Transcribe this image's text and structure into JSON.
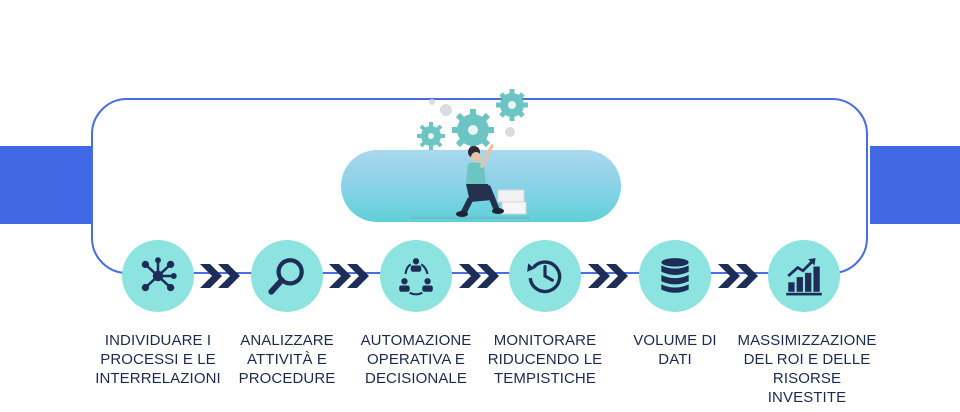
{
  "steps": [
    {
      "icon": "network-nodes-icon",
      "lines": [
        "INDIVIDUARE I",
        "PROCESSI E LE",
        "INTERRELAZIONI"
      ]
    },
    {
      "icon": "magnifier-icon",
      "lines": [
        "ANALIZZARE",
        "ATTIVITÀ E",
        "PROCEDURE"
      ]
    },
    {
      "icon": "automation-people-cycle-icon",
      "lines": [
        "AUTOMAZIONE",
        "OPERATIVA E",
        "DECISIONALE"
      ]
    },
    {
      "icon": "clock-history-icon",
      "lines": [
        "MONITORARE",
        "RIDUCENDO LE",
        "TEMPISTICHE"
      ]
    },
    {
      "icon": "database-icon",
      "lines": [
        "VOLUME DI",
        "DATI"
      ]
    },
    {
      "icon": "growth-bar-chart-icon",
      "lines": [
        "MASSIMIZZAZIONE",
        "DEL ROI E DELLE",
        "RISORSE INVESTITE"
      ]
    }
  ],
  "colors": {
    "band": "#4169e6",
    "frame": "#4a6ee0",
    "circle": "#8de3e0",
    "icon": "#1e2d57",
    "chevron": "#1e2d57",
    "text": "#1b2a4e"
  },
  "illustration": "person-adjusting-gears-illustration"
}
